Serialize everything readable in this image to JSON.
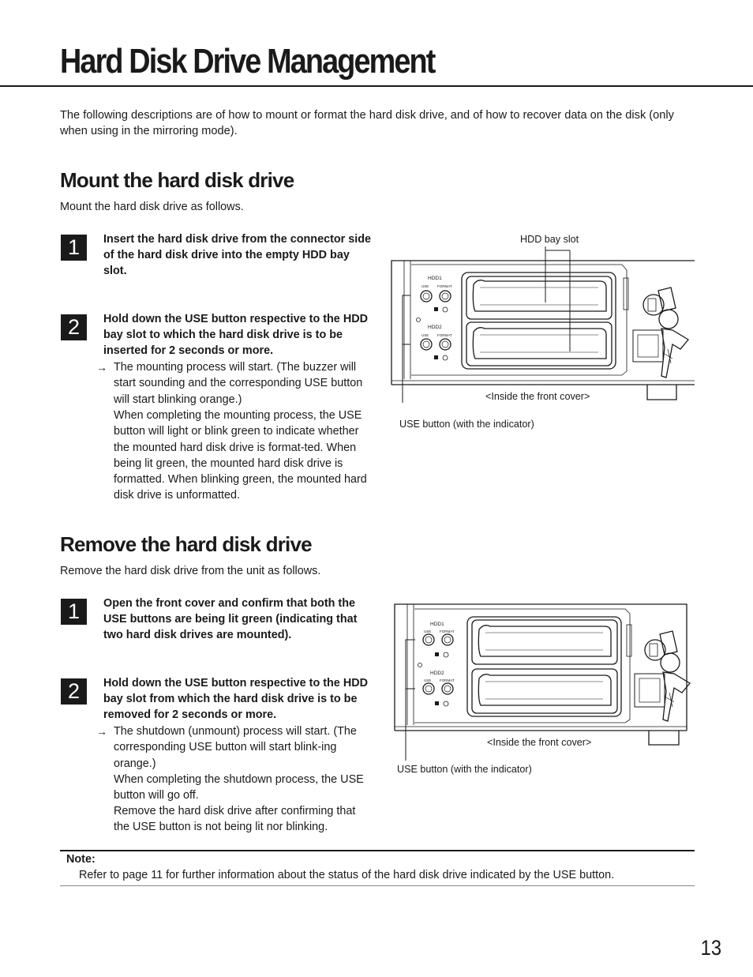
{
  "header": {
    "title": "Hard Disk Drive Management"
  },
  "intro": "The following descriptions are of how to mount or format the hard disk drive, and of how to recover data on the disk (only when using in the mirroring mode).",
  "mount": {
    "heading": "Mount the hard disk drive",
    "subtitle": "Mount the hard disk drive as follows.",
    "steps": [
      {
        "num": "1",
        "text": "Insert the hard disk drive from the connector side of the hard disk drive into the empty HDD bay slot."
      },
      {
        "num": "2",
        "text": "Hold down the USE button respective to the HDD bay slot to which the hard disk drive is to be inserted for 2 seconds or more.",
        "arrow": "→",
        "desc1": "The mounting process will start. (The buzzer will start sounding and the corresponding USE button will start blinking orange.)",
        "desc2": "When completing the mounting process, the USE button will light or blink green to indicate whether the mounted hard disk drive is format-ted. When being lit green, the mounted hard disk drive is formatted. When blinking green, the mounted hard disk drive is unformatted."
      }
    ],
    "figure": {
      "label_slot": "HDD bay slot",
      "label_cover": "<Inside the front cover>",
      "label_use": "USE button (with the indicator)",
      "panel": {
        "hdd1": "HDD1",
        "hdd2": "HDD2",
        "use": "USE",
        "format": "FORMAT"
      }
    }
  },
  "remove": {
    "heading": "Remove the hard disk drive",
    "subtitle": "Remove the hard disk drive from the unit as follows.",
    "steps": [
      {
        "num": "1",
        "text": "Open the front cover and confirm that both the USE buttons are being lit green (indicating that two hard disk drives are mounted)."
      },
      {
        "num": "2",
        "text": "Hold down the USE button respective to the HDD bay slot from which the hard disk drive is to be removed for 2 seconds or more.",
        "arrow": "→",
        "desc1": "The shutdown (unmount) process will start. (The corresponding USE button will start blink-ing orange.)",
        "desc2": "When completing the shutdown process, the USE button will go off.",
        "desc3": "Remove the hard disk drive after confirming that the USE button is not being lit nor blinking."
      }
    ],
    "figure": {
      "label_cover": "<Inside the front cover>",
      "label_use": "USE button (with the indicator)",
      "panel": {
        "hdd1": "HDD1",
        "hdd2": "HDD2",
        "use": "USE",
        "format": "FORMAT"
      }
    }
  },
  "note": {
    "label": "Note:",
    "text": "Refer to page 11 for further information about the status of the hard disk drive indicated by the USE button."
  },
  "page_number": "13"
}
